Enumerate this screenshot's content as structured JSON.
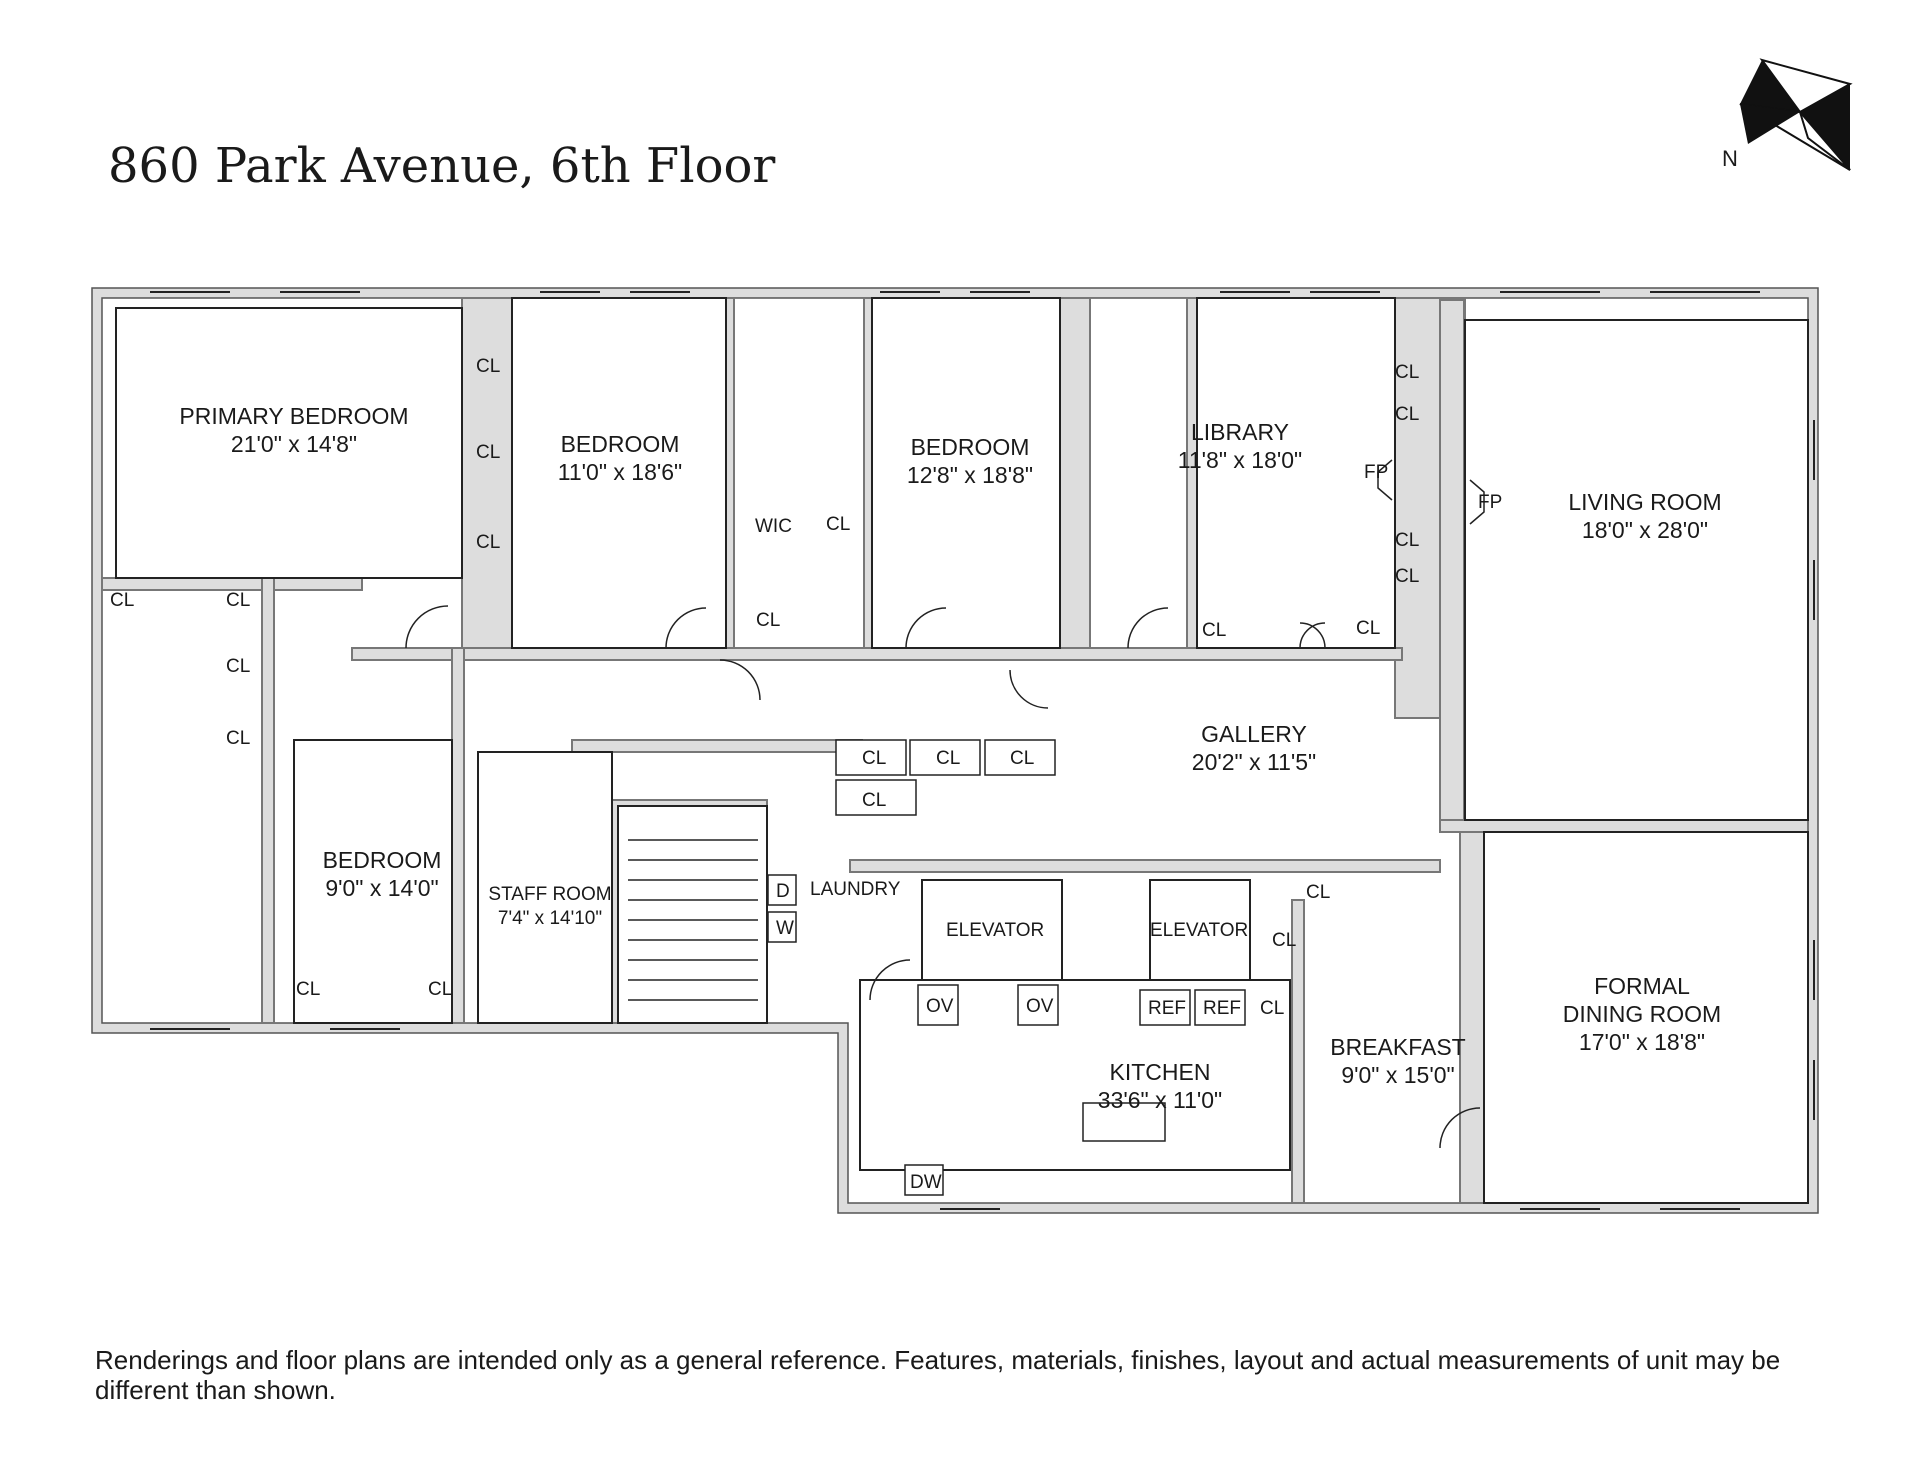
{
  "title": "860 Park Avenue, 6th Floor",
  "compass": {
    "label": "N"
  },
  "disclaimer": "Renderings and floor plans are intended only as a general reference. Features, materials, finishes, layout and actual measurements of unit may be different than shown.",
  "rooms": {
    "primary_bedroom": {
      "name": "PRIMARY BEDROOM",
      "dim": "21'0\" x 14'8\""
    },
    "bedroom_1": {
      "name": "BEDROOM",
      "dim": "11'0\" x 18'6\""
    },
    "bedroom_2": {
      "name": "BEDROOM",
      "dim": "12'8\" x 18'8\""
    },
    "library": {
      "name": "LIBRARY",
      "dim": "11'8\" x 18'0\""
    },
    "living_room": {
      "name": "LIVING ROOM",
      "dim": "18'0\" x 28'0\""
    },
    "gallery": {
      "name": "GALLERY",
      "dim": "20'2\" x 11'5\""
    },
    "bedroom_3": {
      "name": "BEDROOM",
      "dim": "9'0\" x 14'0\""
    },
    "staff_room": {
      "name": "STAFF ROOM",
      "dim": "7'4\" x 14'10\""
    },
    "kitchen": {
      "name": "KITCHEN",
      "dim": "33'6\" x 11'0\""
    },
    "breakfast": {
      "name": "BREAKFAST",
      "dim": "9'0\" x 15'0\""
    },
    "formal_dining": {
      "name1": "FORMAL",
      "name2": "DINING ROOM",
      "dim": "17'0\" x 18'8\""
    }
  },
  "fixtures": {
    "cl": "CL",
    "wic": "WIC",
    "fp": "FP",
    "elevator": "ELEVATOR",
    "laundry": "LAUNDRY",
    "dryer": "D",
    "washer": "W",
    "oven": "OV",
    "refrigerator": "REF",
    "dishwasher": "DW"
  }
}
